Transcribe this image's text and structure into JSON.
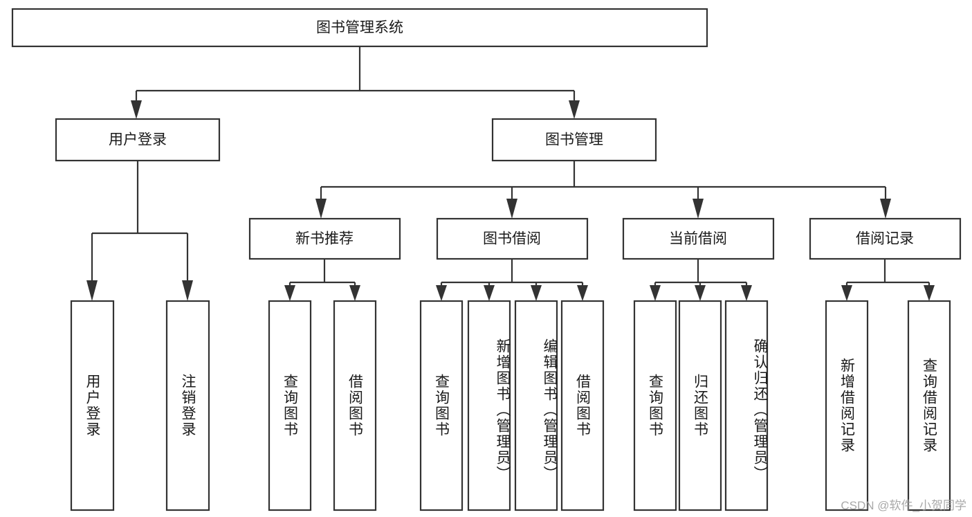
{
  "diagram": {
    "type": "tree",
    "title": "图书管理系统",
    "watermark": "CSDN @软件_小贺同学",
    "colors": {
      "stroke": "#333333",
      "fill": "#ffffff",
      "text": "#1a1a1a",
      "watermark": "#9a9a9a"
    },
    "levels": {
      "root": {
        "label": "图书管理系统",
        "orientation": "horizontal"
      },
      "level2": [
        {
          "label": "用户登录",
          "orientation": "horizontal"
        },
        {
          "label": "图书管理",
          "orientation": "horizontal"
        }
      ],
      "level3": [
        {
          "label": "新书推荐",
          "orientation": "horizontal"
        },
        {
          "label": "图书借阅",
          "orientation": "horizontal"
        },
        {
          "label": "当前借阅",
          "orientation": "horizontal"
        },
        {
          "label": "借阅记录",
          "orientation": "horizontal"
        }
      ],
      "leaves": {
        "user_login": [
          {
            "label": "用户登录",
            "orientation": "vertical"
          },
          {
            "label": "注销登录",
            "orientation": "vertical"
          }
        ],
        "new_book_recommend": [
          {
            "label": "查询图书",
            "orientation": "vertical"
          },
          {
            "label": "借阅图书",
            "orientation": "vertical"
          }
        ],
        "book_borrow": [
          {
            "label": "查询图书",
            "orientation": "vertical"
          },
          {
            "label": "新增图书（管理员）",
            "orientation": "vertical"
          },
          {
            "label": "编辑图书（管理员）",
            "orientation": "vertical"
          },
          {
            "label": "借阅图书",
            "orientation": "vertical"
          }
        ],
        "current_borrow": [
          {
            "label": "查询图书",
            "orientation": "vertical"
          },
          {
            "label": "归还图书",
            "orientation": "vertical"
          },
          {
            "label": "确认归还（管理员）",
            "orientation": "vertical"
          }
        ],
        "borrow_record": [
          {
            "label": "新增借阅记录",
            "orientation": "vertical"
          },
          {
            "label": "查询借阅记录",
            "orientation": "vertical"
          }
        ]
      }
    }
  }
}
